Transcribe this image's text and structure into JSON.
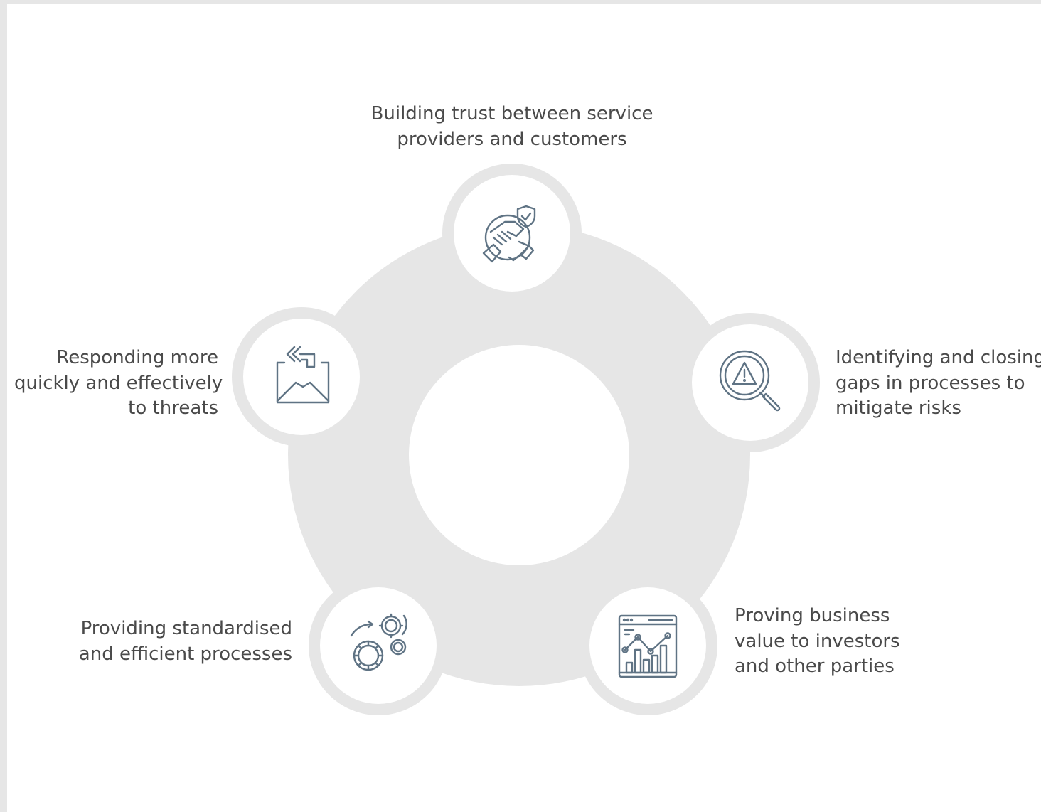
{
  "diagram": {
    "items": [
      {
        "id": "trust",
        "icon": "handshake-shield-icon",
        "lines": [
          "Building trust between service",
          "providers and customers"
        ]
      },
      {
        "id": "gaps",
        "icon": "magnifier-warning-icon",
        "lines": [
          "Identifying and closing",
          "gaps in processes to",
          "mitigate risks"
        ]
      },
      {
        "id": "value",
        "icon": "analytics-chart-icon",
        "lines": [
          "Proving business",
          "value to investors",
          "and other parties"
        ]
      },
      {
        "id": "processes",
        "icon": "gears-icon",
        "lines": [
          "Providing standardised",
          "and efficient processes"
        ]
      },
      {
        "id": "threats",
        "icon": "mail-response-icon",
        "lines": [
          "Responding more",
          "quickly and effectively",
          "to threats"
        ]
      }
    ],
    "colors": {
      "ring": "#e6e6e6",
      "icon_stroke": "#5f7384",
      "text": "#4a4a4a"
    }
  }
}
